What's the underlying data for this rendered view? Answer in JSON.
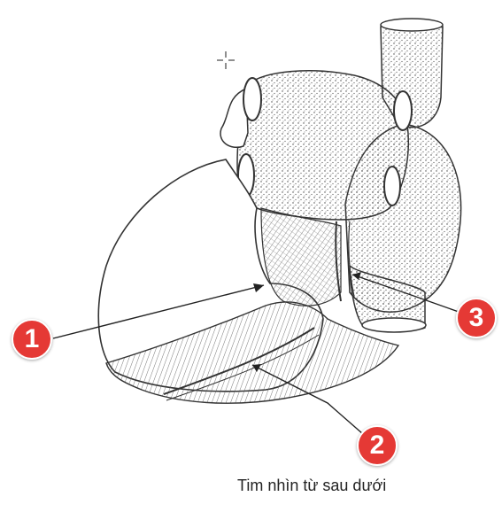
{
  "caption": "Tim nhìn từ sau dưới",
  "markers": [
    {
      "label": "1"
    },
    {
      "label": "2"
    },
    {
      "label": "3"
    }
  ],
  "colors": {
    "marker_fill": "#e53935",
    "ink": "#333333"
  }
}
